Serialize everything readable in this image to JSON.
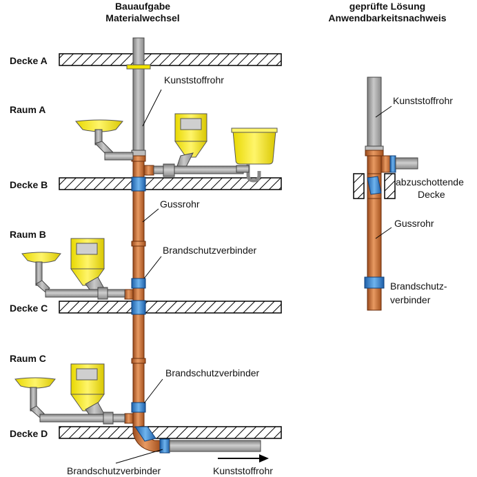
{
  "titles": {
    "left_line1": "Bauaufgabe",
    "left_line2": "Materialwechsel",
    "right_line1": "geprüfte Lösung",
    "right_line2": "Anwendbarkeitsnachweis"
  },
  "floors": {
    "decke_a": "Decke A",
    "decke_b": "Decke B",
    "decke_c": "Decke C",
    "decke_d": "Decke D"
  },
  "rooms": {
    "raum_a": "Raum A",
    "raum_b": "Raum B",
    "raum_c": "Raum C"
  },
  "labels": {
    "kunststoffrohr_top": "Kunststoffrohr",
    "gussrohr": "Gussrohr",
    "brandschutz_b": "Brandschutzverbinder",
    "brandschutz_c": "Brandschutzverbinder",
    "brandschutz_bottom": "Brandschutzverbinder",
    "kunststoffrohr_bottom": "Kunststoffrohr",
    "right_kunststoffrohr": "Kunststoffrohr",
    "right_abzuschottende_1": "abzuschottende",
    "right_abzuschottende_2": "Decke",
    "right_gussrohr": "Gussrohr",
    "right_brandschutz_1": "Brandschutz-",
    "right_brandschutz_2": "verbinder"
  },
  "colors": {
    "plastic_pipe": "#a8a8a8",
    "cast_pipe": "#c8682e",
    "connector": "#2f86d6",
    "fixture": "#f2e400",
    "slab_hatch": "#000000"
  },
  "icons": {
    "arrow": "arrow-right-icon",
    "washbasin": "washbasin-icon",
    "toilet": "toilet-icon",
    "sink": "sink-icon"
  }
}
